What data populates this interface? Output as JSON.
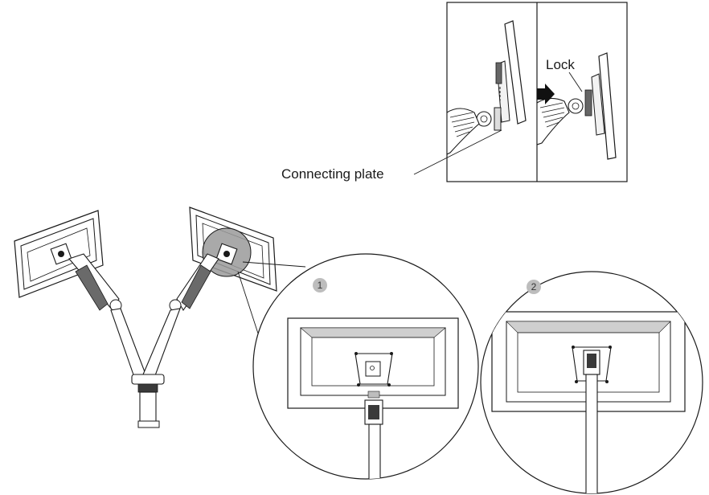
{
  "labels": {
    "lock": "Lock",
    "connecting_plate": "Connecting plate"
  },
  "steps": {
    "step1": "1",
    "step2": "2"
  },
  "colors": {
    "line": "#1a1a1a",
    "badge": "#bdbdbd",
    "highlight": "#8a8a8a",
    "arrow": "#111111"
  }
}
